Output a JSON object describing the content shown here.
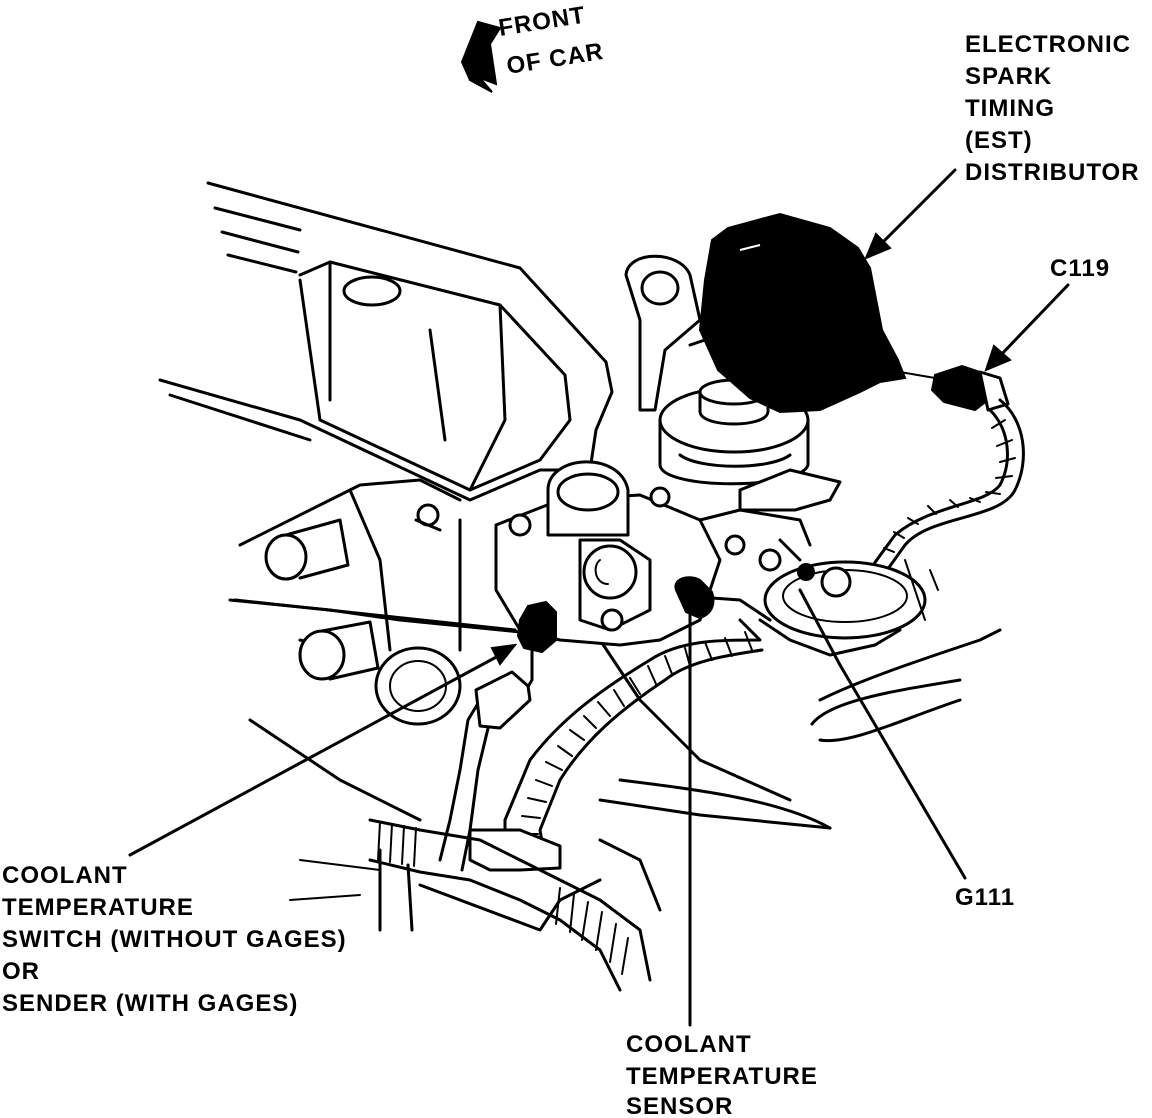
{
  "orientation": {
    "lines": [
      "FRONT",
      "OF CAR"
    ]
  },
  "labels": {
    "distributor": [
      "ELECTRONIC",
      "SPARK",
      "TIMING",
      "(EST)",
      "DISTRIBUTOR"
    ],
    "connector": "C119",
    "ground": "G111",
    "switch": [
      "COOLANT",
      "TEMPERATURE",
      "SWITCH (WITHOUT GAGES)",
      "OR",
      "SENDER (WITH GAGES)"
    ],
    "sensor": [
      "COOLANT",
      "TEMPERATURE",
      "SENSOR"
    ]
  },
  "colors": {
    "ink": "#000000",
    "paper": "#ffffff"
  }
}
